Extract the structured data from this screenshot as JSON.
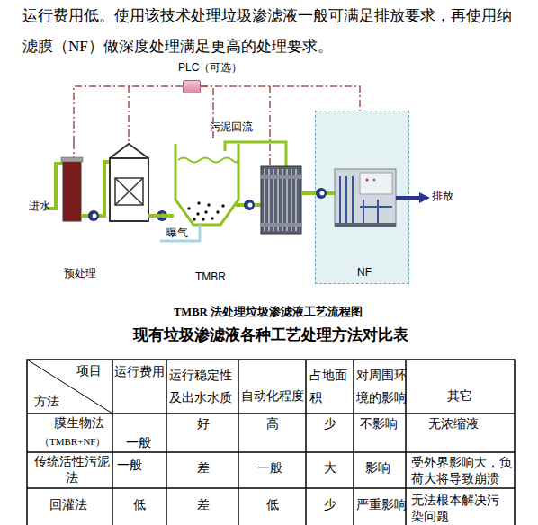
{
  "diagram": {
    "title": "现有垃圾渗滤液各种工艺处理方法对比表",
    "caption": "TMBR 法处理垃圾渗滤液工艺流程图",
    "nodes": [
      {
        "text": [
          "PLC（可选）"
        ]
      },
      {
        "text": [
          "预处理"
        ]
      },
      {
        "text": [
          "TMBR"
        ]
      },
      {
        "text": [
          "NF"
        ]
      }
    ],
    "edges": [
      {
        "from": 1,
        "to": 2,
        "arrow": "none"
      },
      {
        "from": 2,
        "to": 3,
        "arrow": "none"
      },
      {
        "from": 0,
        "to": 1,
        "arrow": "none"
      },
      {
        "from": 0,
        "to": 2,
        "arrow": "none"
      },
      {
        "from": 0,
        "to": 3,
        "arrow": "none"
      }
    ],
    "labels": [
      "运行费用低。使用该技术处理垃圾渗滤液一般可满足排放要求，再使用纳滤膜（NF）做深度处理满足更高的处理要求。",
      "污泥回流",
      "进水",
      "曝气",
      "排放",
      "项目",
      "方法",
      "运行费用",
      "运行稳定性及出水水质",
      "自动化程度",
      "占地面积",
      "对周围环境的影响",
      "其它",
      "膜生物法",
      "（TMBR+NF）",
      "一般",
      "好",
      "高",
      "少",
      "不影响",
      "无浓缩液",
      "传统活性污泥法",
      "一般",
      "差",
      "一般",
      "大",
      "影响",
      "受外界影响大，负荷大将导致崩溃",
      "回灌法",
      "低",
      "差",
      "低",
      "少",
      "严重影响",
      "无法根本解决污染问题"
    ]
  }
}
